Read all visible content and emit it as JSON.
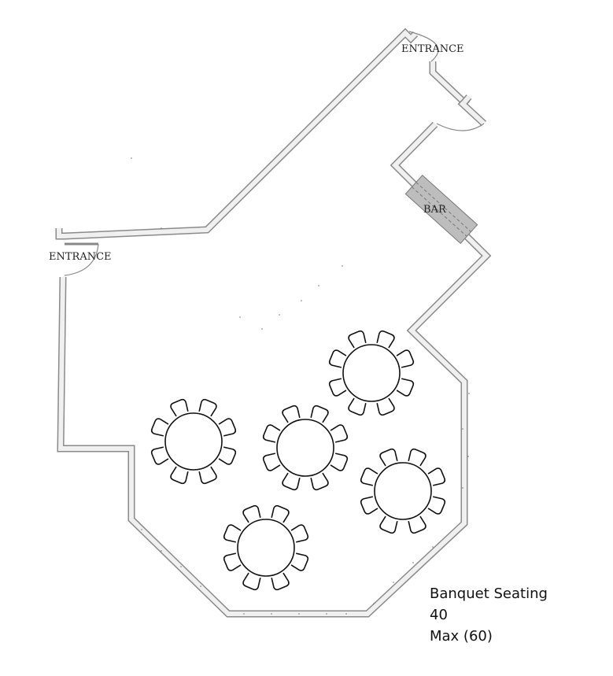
{
  "labels": {
    "entrance_top": "ENTRANCE",
    "entrance_left": "ENTRANCE",
    "bar": "BAR"
  },
  "info": {
    "title": "Banquet Seating",
    "count": "40",
    "max": "Max (60)"
  },
  "tables": {
    "count": 5,
    "chairs_per_table": 8
  },
  "colors": {
    "wall": "#8a8a8a",
    "wall_fill": "#f0f0f0",
    "bar": "#bdbdbd"
  }
}
